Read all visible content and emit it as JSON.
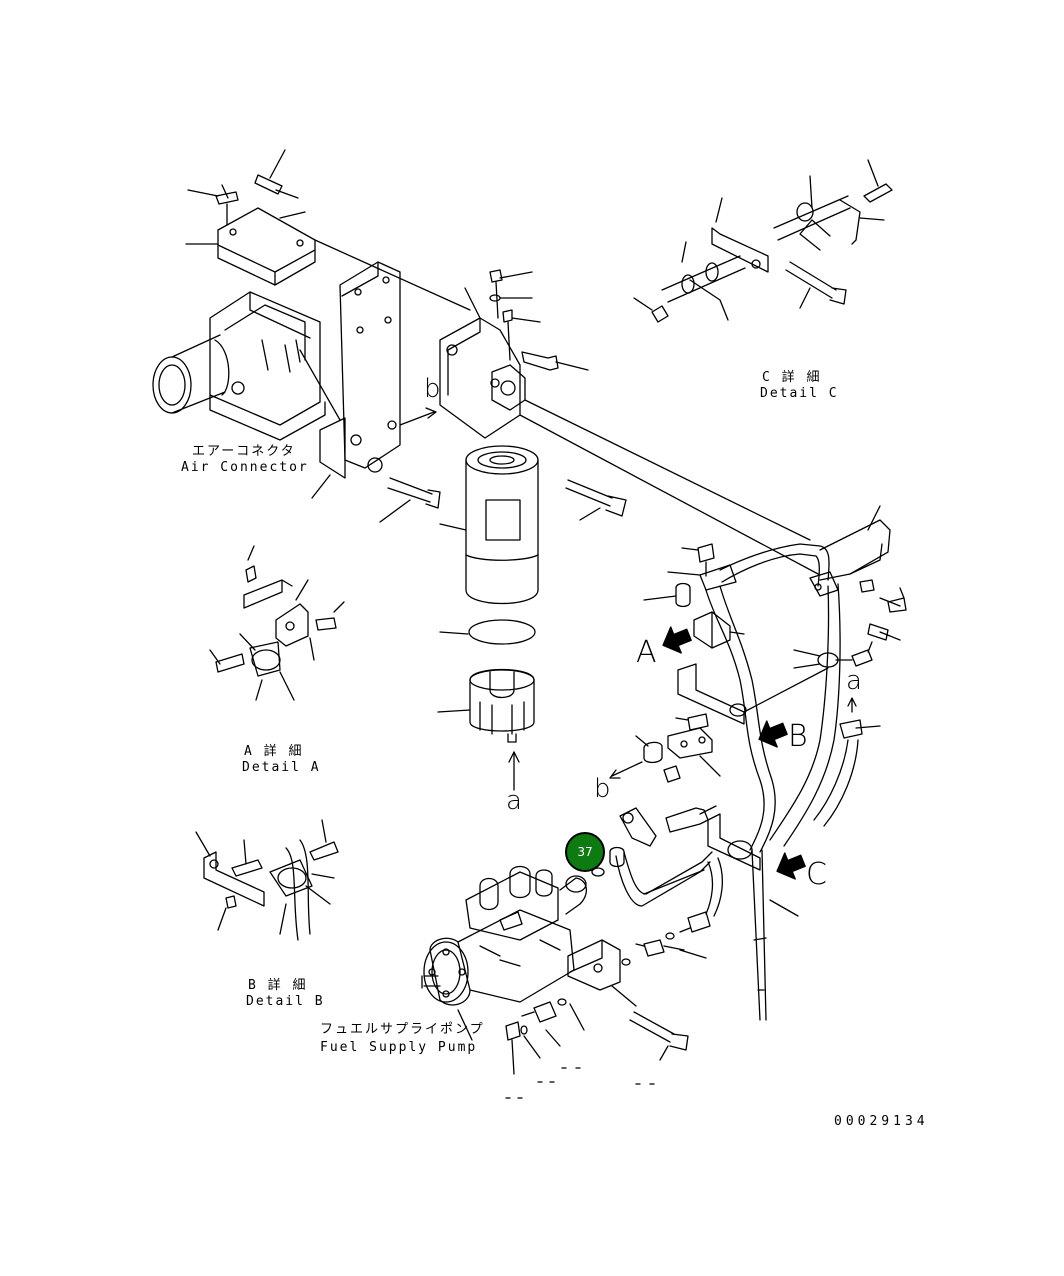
{
  "labels": {
    "air_connector_jp": "エアーコネクタ",
    "air_connector_en": "Air Connector",
    "detail_c_jp": "C 詳 細",
    "detail_c_en": "Detail C",
    "detail_a_jp": "A 詳 細",
    "detail_a_en": "Detail A",
    "detail_b_jp": "B 詳 細",
    "detail_b_en": "Detail B",
    "fuel_pump_jp": "フュエルサプライポンプ",
    "fuel_pump_en": "Fuel Supply Pump",
    "drawing_number": "00029134"
  },
  "view_letters": {
    "a_upper": "A",
    "b_upper": "B",
    "c_upper": "C",
    "a_lower_filter": "a",
    "a_lower_pipe": "a",
    "b_lower_bracket": "b",
    "b_lower_plate": "b"
  },
  "callout": {
    "number": "37",
    "color": "#0e7a12"
  }
}
